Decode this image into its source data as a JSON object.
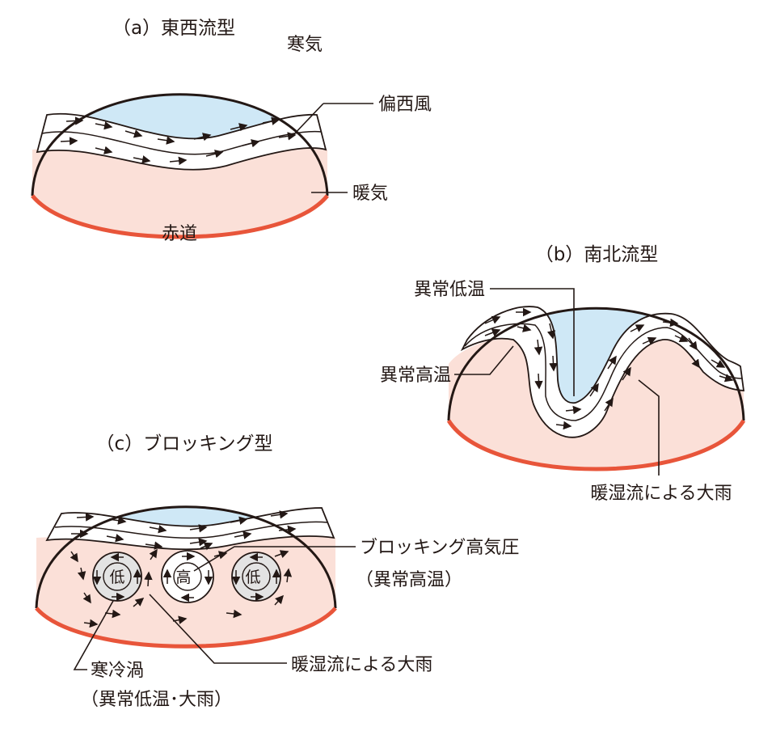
{
  "colors": {
    "cold_air": "#cfe8f6",
    "warm_air": "#fbe0d8",
    "equator_line": "#e8553a",
    "ink": "#231815",
    "low_center": "#e3e3e3"
  },
  "panel_a": {
    "title": "（a）東西流型",
    "cold_label": "寒気",
    "westerlies_label": "偏西風",
    "warm_label": "暖気",
    "equator_label": "赤道"
  },
  "panel_b": {
    "title": "（b）南北流型",
    "abnormal_low_temp": "異常低温",
    "abnormal_high_temp": "異常高温",
    "heavy_rain": "暖湿流による大雨"
  },
  "panel_c": {
    "title": "（c）ブロッキング型",
    "blocking_high": "ブロッキング高気圧",
    "blocking_high_note": "（異常高温）",
    "heavy_rain": "暖湿流による大雨",
    "cold_low": "寒冷渦",
    "cold_low_note": "（異常低温･大雨）",
    "low_symbol": "低",
    "high_symbol": "高"
  }
}
